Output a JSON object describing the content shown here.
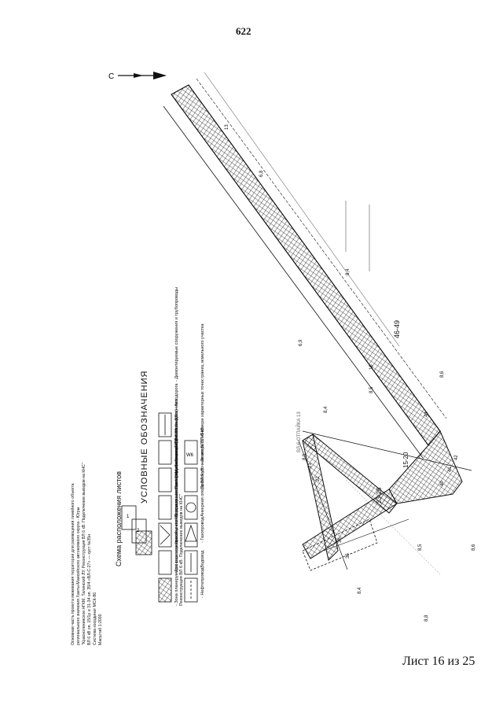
{
  "page": {
    "number": "622",
    "sheet_label": "Лист 16 из 25"
  },
  "header_note": {
    "lines": [
      "Основная часть проекта межевания территории для размещения линейного объекта",
      "регионального значения Ханты-Мансийского автономного округа - Югры",
      "\"Красноленинское НГКМ. Талинский ЛУ. Реконструкция ВЛ 6 кВ. Подключение выкидов на КНС\"",
      "ВЛ 6 кВ оп. 15/1р и 31-34 оп. 35/4 «ВЛ-С-27» — куст №35н",
      "Система координат МСК-86",
      "Масштаб 1:2000"
    ]
  },
  "scheme": {
    "title": "Схема расположения листов",
    "cells": [
      "1",
      "2"
    ]
  },
  "legend": {
    "title": "УСЛОВНЫЕ ОБОЗНАЧЕНИЯ",
    "items": [
      {
        "symbol": "crosshatch",
        "text": "- Зона планируемого размещения объекта \"Красноленинское НГКМ. Талинский ЛУ. Реконструкция ВЛ 6 кВ. Подключение выкидов на КНС\""
      },
      {
        "symbol": "box",
        "text": "- Границы земельных участков, сведения о которых внесены в ЕГРН"
      },
      {
        "symbol": "redline",
        "text": "- Красные линии (границы зон планируемого размещения объектов)"
      },
      {
        "symbol": "vmark",
        "text": "- Поворотные точки границ земельных участков"
      },
      {
        "symbol": "solid",
        "text": "- Проектируемая опора ВЛ 6 кВ"
      },
      {
        "symbol": "dashed",
        "text": "- Границы участка, выделенного"
      },
      {
        "symbol": "thin",
        "text": "- Линия ВЛ"
      },
      {
        "symbol": "dotdash",
        "text": "- Автодорога"
      },
      {
        "symbol": "plus",
        "text": "- Демонтируемые сооружения и трубопроводы"
      },
      {
        "symbol": "waves",
        "text": "- Нефтепровод"
      },
      {
        "symbol": "dots",
        "text": "- Водовод"
      },
      {
        "symbol": "rail",
        "text": "- Газопровод"
      },
      {
        "symbol": "triangle",
        "text": "- Анкерная опора ВЛ 6 кВ"
      },
      {
        "symbol": "circle",
        "text": "- Промежуточная опора ВЛ 6 кВ"
      },
      {
        "symbol": "w6",
        "symbol_label": "W6",
        "text": "- Линия ВЛ 6 кВ"
      },
      {
        "symbol": "none",
        "text": "- Номера характерных точек границ земельного участка"
      }
    ]
  },
  "map": {
    "north_label": "С",
    "point_labels": [
      "13",
      "16",
      "46-49",
      "40",
      "41",
      "42",
      "43",
      "15-20",
      "23-26",
      "36",
      "35",
      "21",
      "22"
    ],
    "small_labels": [
      "6,8",
      "6,9",
      "8,4",
      "8,4",
      "8,5",
      "8,6",
      "8,4",
      "8,8",
      "8,5",
      "8,9",
      "8,6"
    ],
    "faint_label": "ВЛ-6 ОТПАЙКА 13"
  }
}
